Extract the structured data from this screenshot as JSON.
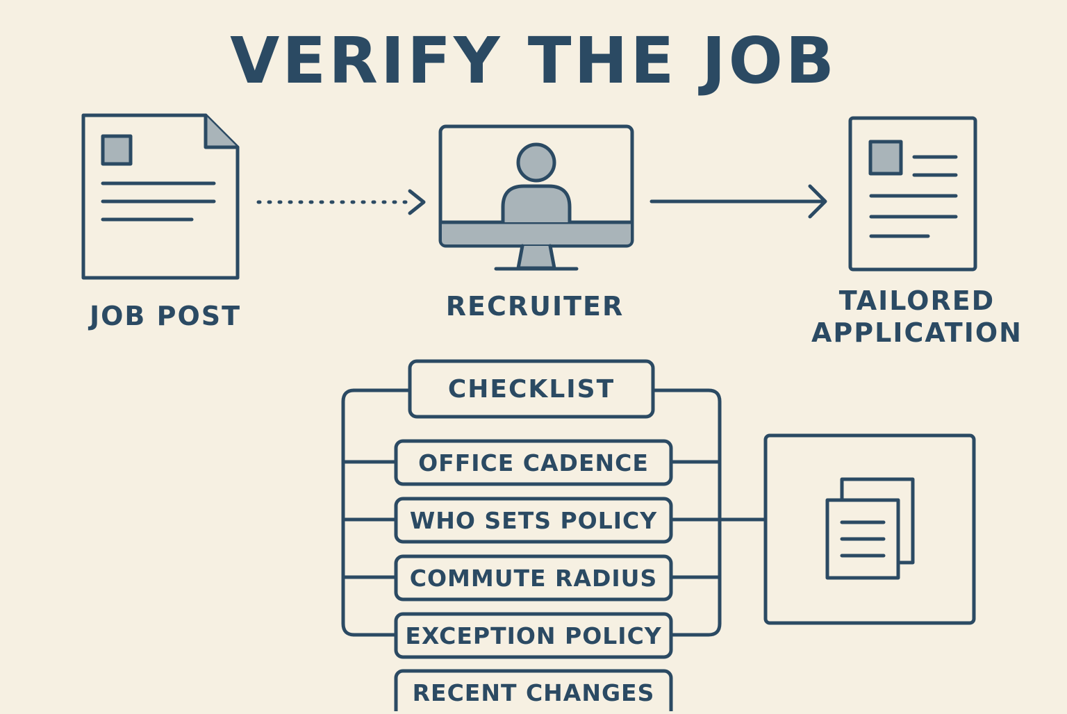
{
  "title": "VERIFY THE JOB",
  "flow": {
    "job_post": "JOB POST",
    "recruiter": "RECRUITER",
    "tailored_application_line1": "TAILORED",
    "tailored_application_line2": "APPLICATION"
  },
  "checklist": {
    "header": "CHECKLIST",
    "items": [
      "OFFICE CADENCE",
      "WHO SETS POLICY",
      "COMMUTE RADIUS",
      "EXCEPTION POLICY",
      "RECENT CHANGES"
    ]
  },
  "icons": {
    "job_post": "document-icon",
    "recruiter": "monitor-person-icon",
    "tailored_application": "resume-icon",
    "output": "copy-documents-icon"
  },
  "colors": {
    "background": "#f6f0e2",
    "ink": "#2b4a63",
    "fill": "#a9b4b9"
  }
}
